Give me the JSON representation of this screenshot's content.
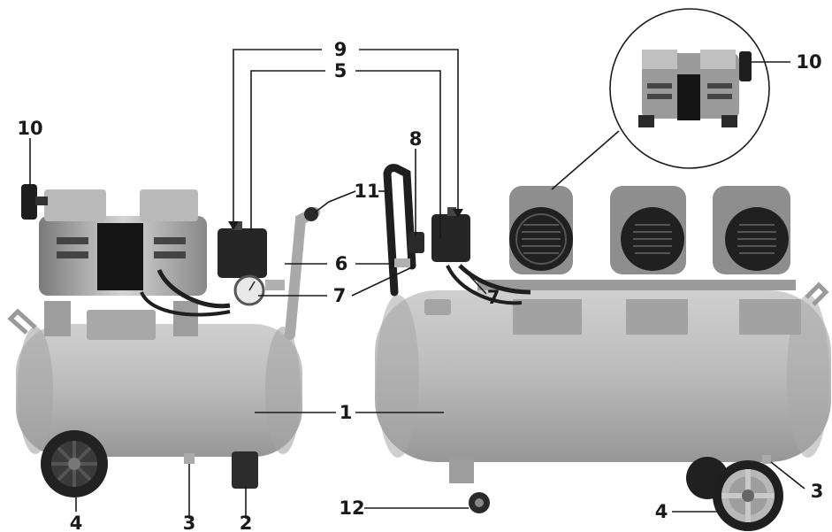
{
  "labels": {
    "tank": "1",
    "drain_valve": "3",
    "wheel": "4",
    "rear_foot": "2",
    "pressure_switch": "5",
    "outlet_coupler": "6",
    "gauge": "7",
    "regulator": "8",
    "switch_button": "9",
    "motor_handle": "10",
    "carry_handle": "11",
    "caster": "12"
  },
  "colors": {
    "tank": "#b9b9b9",
    "tank_shade": "#9d9d9d",
    "dark": "#2a2a2a",
    "metal": "#c8c8c8",
    "ink": "#1a1a1a"
  }
}
